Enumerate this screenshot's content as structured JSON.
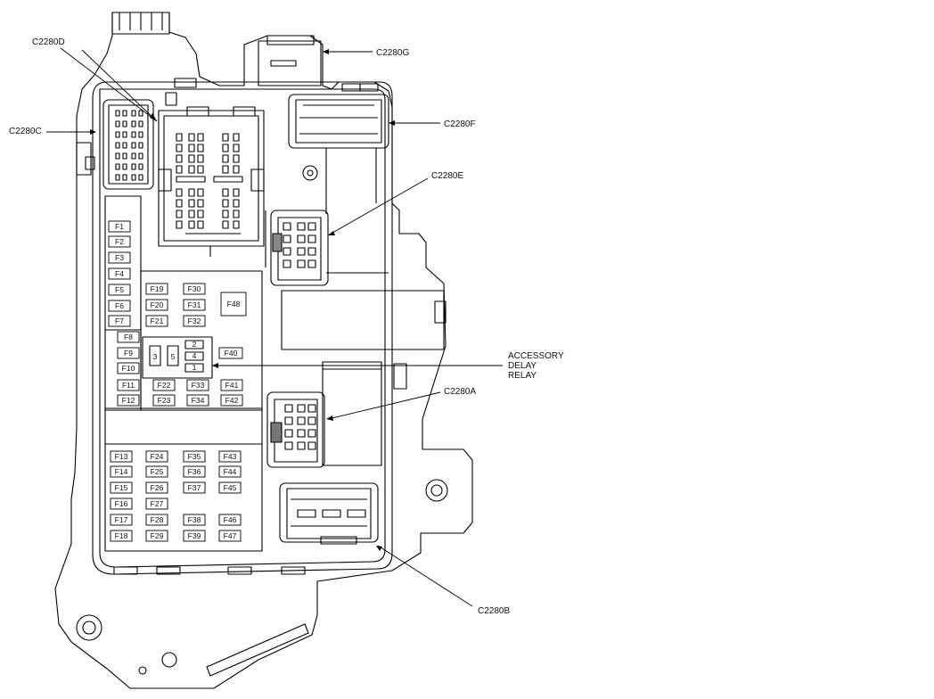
{
  "callouts": {
    "c2280d": "C2280D",
    "c2280c": "C2280C",
    "c2280g": "C2280G",
    "c2280f": "C2280F",
    "c2280e": "C2280E",
    "c2280a": "C2280A",
    "c2280b": "C2280B",
    "relay_line1": "ACCESSORY",
    "relay_line2": "DELAY",
    "relay_line3": "RELAY"
  },
  "fuses": {
    "col1": [
      "F1",
      "F2",
      "F3",
      "F4",
      "F5",
      "F6",
      "F7",
      "F8",
      "F9",
      "F10",
      "F11",
      "F12"
    ],
    "mid_a": [
      "F19",
      "F20",
      "F21"
    ],
    "mid_b": [
      "F30",
      "F31",
      "F32"
    ],
    "f48": "F48",
    "f40": "F40",
    "row11": [
      "F22",
      "F33",
      "F41"
    ],
    "row12": [
      "F23",
      "F34",
      "F42"
    ],
    "lower_c1": [
      "F13",
      "F14",
      "F15",
      "F16",
      "F17",
      "F18"
    ],
    "lower_c2": [
      "F24",
      "F25",
      "F26",
      "F27",
      "F28",
      "F29"
    ],
    "lower_c3": [
      "F35",
      "F36",
      "F37",
      "F38",
      "F39"
    ],
    "lower_c4": [
      "F43",
      "F44",
      "F45",
      "F46",
      "F47"
    ]
  },
  "relay_pins": [
    "3",
    "5",
    "2",
    "4",
    "1"
  ]
}
